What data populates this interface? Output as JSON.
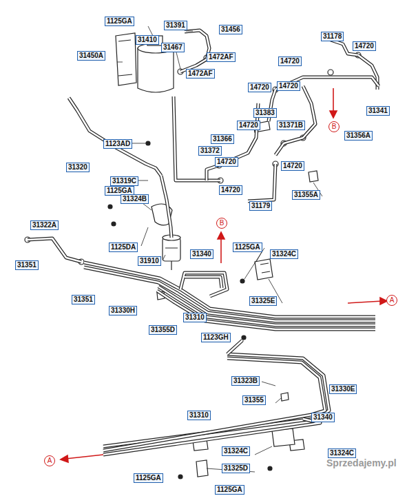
{
  "diagram": {
    "labels": [
      "1125GA",
      "31410",
      "31450A",
      "31391",
      "31456",
      "31467",
      "31178",
      "14720",
      "14720",
      "1472AF",
      "1472AF",
      "14720",
      "14720",
      "31341",
      "31383",
      "14720",
      "31371B",
      "31366",
      "31356A",
      "1123AD",
      "31372",
      "14720",
      "14720",
      "31320",
      "31319C",
      "31355A",
      "14720",
      "31179",
      "1125GA",
      "31324B",
      "1125DA",
      "31322A",
      "31910",
      "31340",
      "1125GA",
      "31324C",
      "31351",
      "31351",
      "31330H",
      "31325E",
      "31310",
      "31355D",
      "1123GH",
      "31323B",
      "31330E",
      "31355",
      "31310",
      "31340",
      "31324C",
      "31324C",
      "31325D",
      "1125GA",
      "1125GA",
      "A",
      "A",
      "B",
      "B",
      "Sprzedajemy.pl"
    ]
  }
}
